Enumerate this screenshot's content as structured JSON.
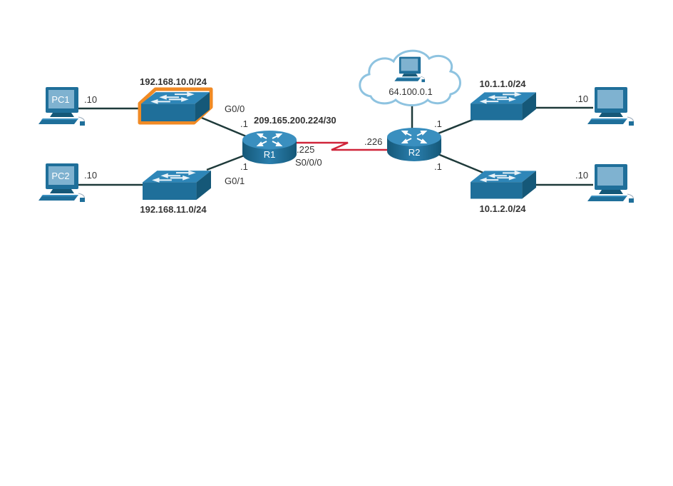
{
  "colors": {
    "device": "#1f6f9a",
    "device_dark": "#155878",
    "device_top": "#3a8fbf",
    "screen": "#7fb2d0",
    "link": "#1e3a3a",
    "serial": "#d0253a",
    "highlight": "#f08a24",
    "cloud": "#8ec3e0"
  },
  "left": {
    "pc1": {
      "name": "PC1",
      "ip": ".10"
    },
    "pc2": {
      "name": "PC2",
      "ip": ".10"
    },
    "switch1": {
      "network": "192.168.10.0/24",
      "highlighted": true
    },
    "switch2": {
      "network": "192.168.11.0/24"
    }
  },
  "r1": {
    "name": "R1",
    "g00": {
      "iface": "G0/0",
      "ip": ".1"
    },
    "g01": {
      "iface": "G0/1",
      "ip": ".1"
    },
    "s000": {
      "iface": "S0/0/0",
      "ip": ".225"
    }
  },
  "wan": {
    "network": "209.165.200.224/30"
  },
  "r2": {
    "name": "R2",
    "serial_ip": ".226",
    "lan1_ip": ".1",
    "lan2_ip": ".1"
  },
  "cloud": {
    "host_ip": "64.100.0.1"
  },
  "right": {
    "switch3": {
      "network": "10.1.1.0/24"
    },
    "switch4": {
      "network": "10.1.2.0/24"
    },
    "pc3": {
      "ip": ".10"
    },
    "pc4": {
      "ip": ".10"
    }
  }
}
